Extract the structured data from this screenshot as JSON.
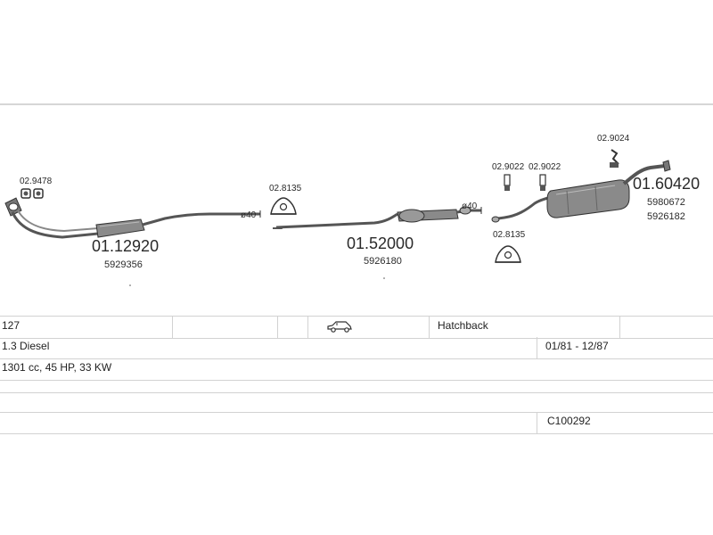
{
  "parts": {
    "front_pipe": {
      "number": "01.12920",
      "oem": "5929356"
    },
    "front_clamp": {
      "number": "02.9478"
    },
    "front_diameter": "ø40",
    "middle_silencer": {
      "number": "01.52000",
      "oem": "5926180"
    },
    "middle_mount": {
      "number": "02.8135"
    },
    "middle_diameter": "ø40",
    "rear_silencer": {
      "number": "01.60420",
      "oem": [
        "5980672",
        "5926182"
      ]
    },
    "rear_mount": {
      "number": "02.8135"
    },
    "rear_clamp_a": {
      "number": "02.9022"
    },
    "rear_clamp_b": {
      "number": "02.9022"
    },
    "rear_hanger": {
      "number": "02.9024"
    }
  },
  "vehicle": {
    "model": "127",
    "body_type": "Hatchback",
    "body_icon": "car-hatchback-icon",
    "engine": "1.3 Diesel",
    "years": "01/81 - 12/87",
    "specs": "1301 cc, 45 HP, 33 KW",
    "code": "C100292"
  },
  "colors": {
    "line": "#d2d2d2",
    "text": "#2a2a2a",
    "part": "#555555"
  }
}
